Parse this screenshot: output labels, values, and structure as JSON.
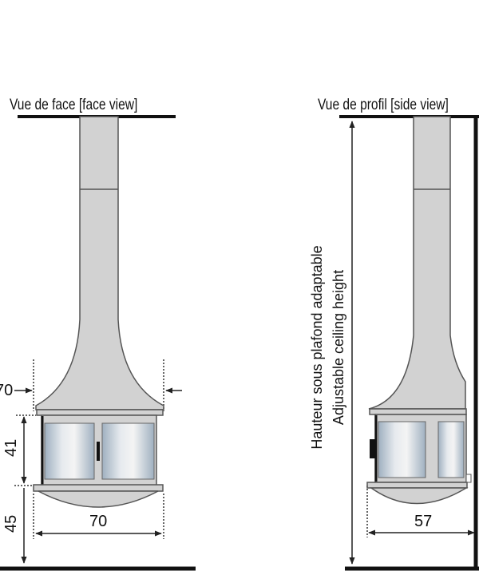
{
  "face_view": {
    "title": "Vue de face [face view]",
    "dim_hood_width": "70",
    "dim_body_height": "41",
    "dim_base_height": "45",
    "dim_width": "70"
  },
  "side_view": {
    "title": "Vue de profil [side view]",
    "ceiling_label_fr": "Hauteur sous plafond adaptable",
    "ceiling_label_en": "Adjustable ceiling height",
    "dim_depth": "57"
  },
  "colors": {
    "metal": "#d2d2d2",
    "glass": "#c9d3dc",
    "line": "#111111"
  }
}
